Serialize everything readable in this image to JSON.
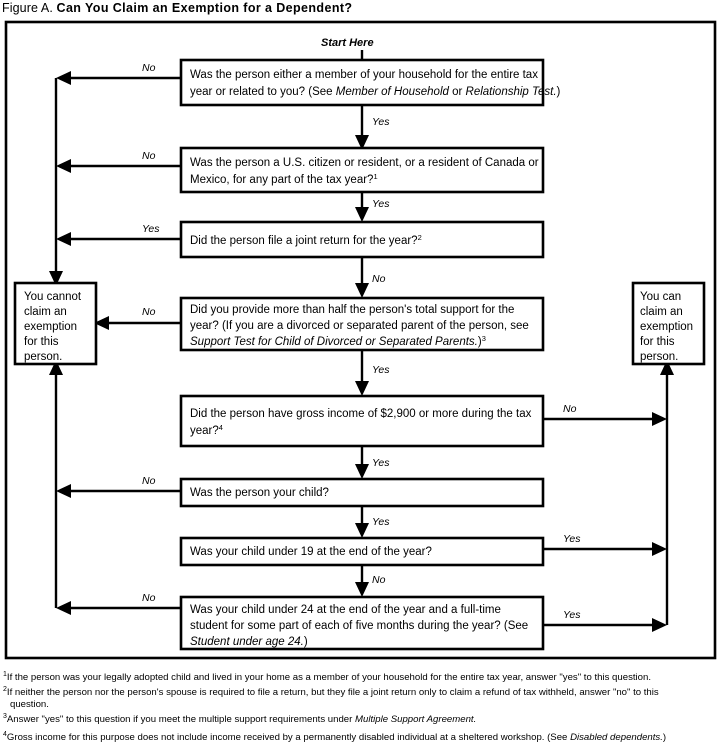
{
  "figure": {
    "label": "Figure A.",
    "title": "Can You Claim an Exemption for a Dependent?",
    "start_label": "Start Here"
  },
  "terminals": {
    "cannot": "You cannot claim an exemption for this person.",
    "can": "You can claim an exemption for this person."
  },
  "labels": {
    "yes": "Yes",
    "no": "No"
  },
  "steps": [
    {
      "id": "q1",
      "line1": "Was the person either a member of your household for the entire tax",
      "line2_a": "year or related to you? (See ",
      "line2_i": "Member of Household",
      "line2_b": " or ",
      "line2_i2": "Relationship Test.",
      "line2_c": ")",
      "sup": "",
      "left_label": "No",
      "down_label": "Yes",
      "right_label": ""
    },
    {
      "id": "q2",
      "line1": "Was the person a U.S. citizen or resident, or a resident of Canada or",
      "line2_a": "Mexico, for any part of the tax year?",
      "sup": "1",
      "left_label": "No",
      "down_label": "Yes",
      "right_label": ""
    },
    {
      "id": "q3",
      "line1": "Did the person file a joint return for the year?",
      "sup": "2",
      "left_label": "Yes",
      "down_label": "No",
      "right_label": ""
    },
    {
      "id": "q4",
      "line1": "Did you provide more than half the person's total support for the",
      "line2": "year? (If you are a divorced or separated parent of the person, see",
      "line3_i": "Support Test for Child of Divorced or Separated Parents.",
      "line3_c": ")",
      "sup": "3",
      "left_label": "No",
      "down_label": "Yes",
      "right_label": ""
    },
    {
      "id": "q5",
      "line1": "Did the person have gross income of $2,900 or more during the tax",
      "line2_a": "year?",
      "sup": "4",
      "left_label": "",
      "down_label": "Yes",
      "right_label": "No"
    },
    {
      "id": "q6",
      "line1": "Was the person your child?",
      "sup": "",
      "left_label": "No",
      "down_label": "Yes",
      "right_label": ""
    },
    {
      "id": "q7",
      "line1": "Was your child under 19 at the end of the year?",
      "sup": "",
      "left_label": "",
      "down_label": "No",
      "right_label": "Yes"
    },
    {
      "id": "q8",
      "line1": "Was your child under 24 at the end of the year and a full-time",
      "line2": "student for some part of each of five months during the year? (See",
      "line3_i": "Student under age 24.",
      "line3_c": ")",
      "sup": "",
      "left_label": "No",
      "down_label": "",
      "right_label": "Yes"
    }
  ],
  "footnotes": [
    {
      "num": "1",
      "line1": "If the person was your legally adopted child and lived in your home as a member of your household for the entire tax year, answer \"yes\" to this question.",
      "line2": ""
    },
    {
      "num": "2",
      "line1": "If neither the person nor the person's spouse is required to file a return, but they file a joint return only to claim a refund of tax withheld, answer \"no\" to this",
      "line2": "question."
    },
    {
      "num": "3",
      "line1_a": "Answer \"yes\" to this question if you meet the multiple support requirements under ",
      "line1_i": "Multiple Support Agreement.",
      "line1_c": "",
      "line2": ""
    },
    {
      "num": "4",
      "line1_a": "Gross income for this purpose does not include income received by a permanently disabled individual at a sheltered workshop. (See ",
      "line1_i": "Disabled dependents.",
      "line1_c": ")",
      "line2": ""
    }
  ]
}
